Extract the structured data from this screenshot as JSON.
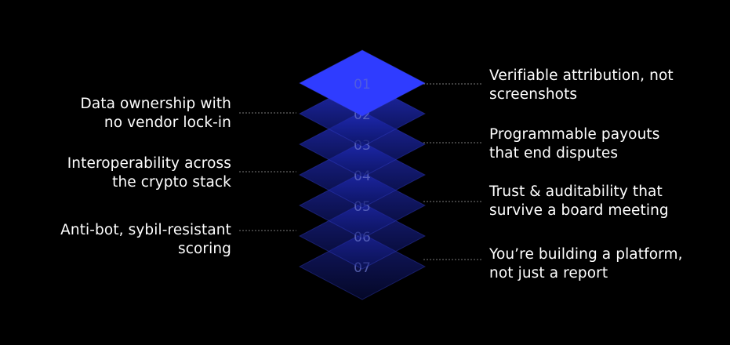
{
  "colors": {
    "background": "#000000",
    "layer_top": "#2f3cff",
    "layer_bottom": "#0b1466",
    "connector": "#7a7a7a",
    "text": "#ffffff",
    "layer_number": "#6a74c8"
  },
  "layers": [
    {
      "number": "01"
    },
    {
      "number": "02"
    },
    {
      "number": "03"
    },
    {
      "number": "04"
    },
    {
      "number": "05"
    },
    {
      "number": "06"
    },
    {
      "number": "07"
    }
  ],
  "left_labels": [
    {
      "line1": "Data ownership with",
      "line2": "no vendor lock-in"
    },
    {
      "line1": "Interoperability across",
      "line2": "the crypto stack"
    },
    {
      "line1": "Anti-bot, sybil-resistant",
      "line2": "scoring"
    }
  ],
  "right_labels": [
    {
      "line1": "Verifiable attribution, not",
      "line2": "screenshots"
    },
    {
      "line1": "Programmable payouts",
      "line2": "that end disputes"
    },
    {
      "line1": "Trust & auditability that",
      "line2": "survive a board meeting"
    },
    {
      "line1": "You’re building a platform,",
      "line2": "not just a report"
    }
  ]
}
